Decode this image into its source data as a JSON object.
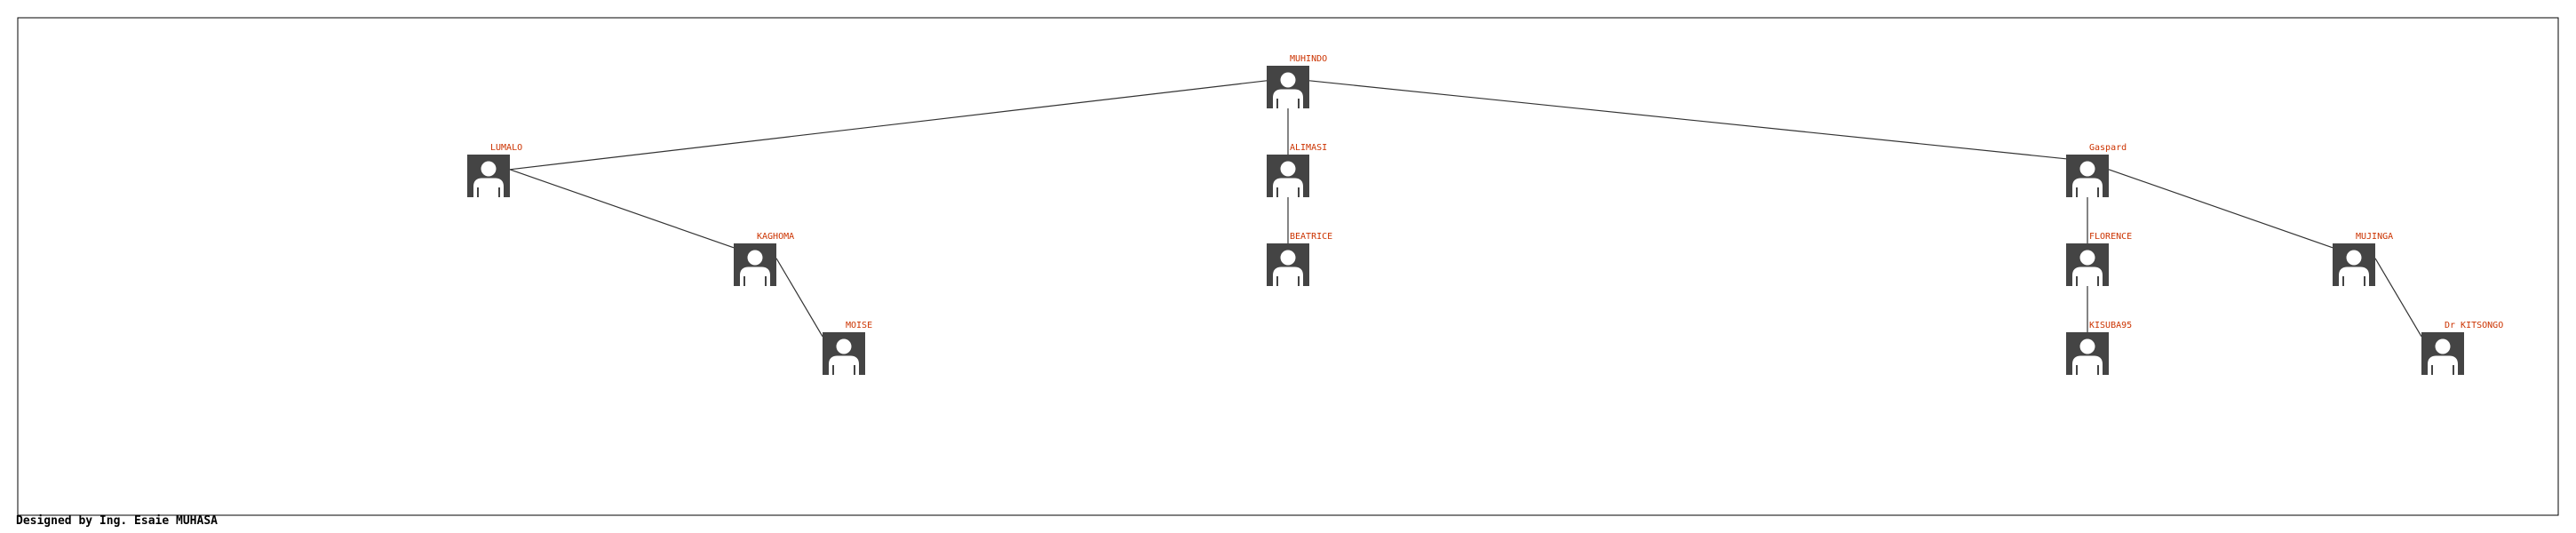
{
  "colors": {
    "frame": "#000000",
    "edge": "#333333",
    "icon": "#444444",
    "icon_figure": "#ffffff",
    "label": "#cc3300"
  },
  "tree": {
    "icon": "person-icon",
    "root": {
      "name": "MUHINDO",
      "children": [
        {
          "name": "LUMALO",
          "children": [
            {
              "name": "KAGHOMA",
              "children": [
                {
                  "name": "MOISE",
                  "children": []
                }
              ]
            }
          ]
        },
        {
          "name": "ALIMASI",
          "children": [
            {
              "name": "BEATRICE",
              "children": []
            }
          ]
        },
        {
          "name": "Gaspard",
          "children": [
            {
              "name": "FLORENCE",
              "children": [
                {
                  "name": "KISUBA95",
                  "children": []
                }
              ]
            },
            {
              "name": "MUJINGA",
              "children": [
                {
                  "name": "Dr KITSONGO",
                  "children": []
                }
              ]
            }
          ]
        }
      ]
    }
  },
  "footer": {
    "text": "Designed by Ing. Esaie MUHASA"
  }
}
